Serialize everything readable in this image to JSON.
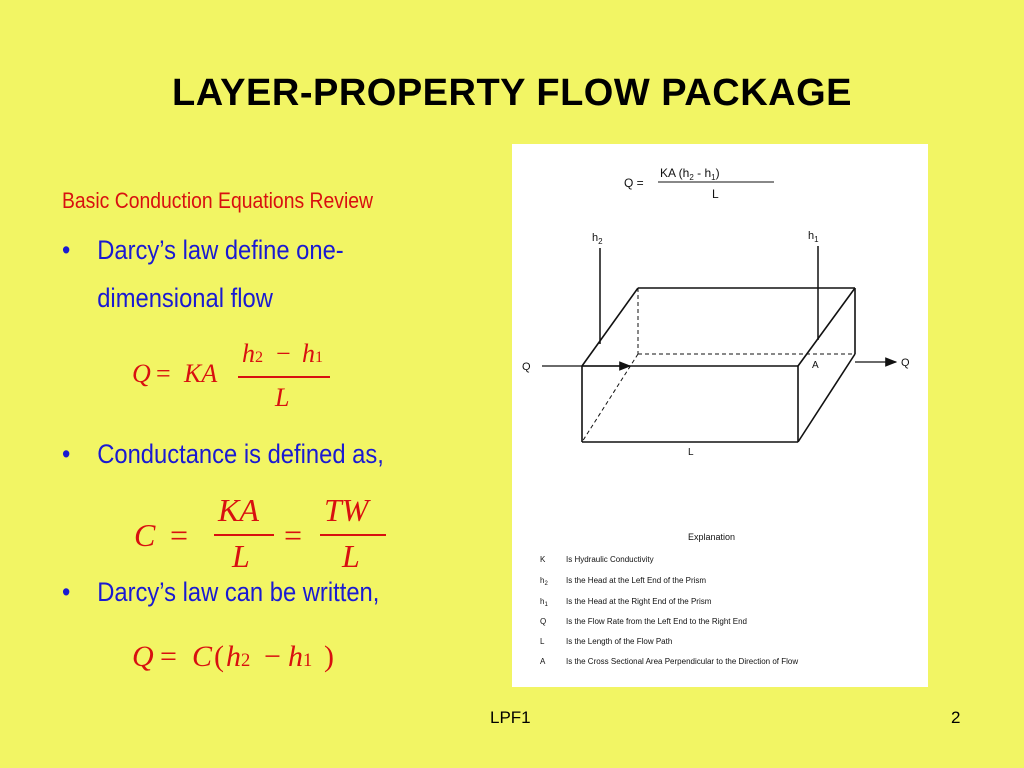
{
  "title": "LAYER-PROPERTY FLOW PACKAGE",
  "subheading": "Basic Conduction Equations Review",
  "bullets": {
    "b1_line1": "Darcy’s law define one-",
    "b1_line2": "dimensional flow",
    "b2": "Conductance is defined as,",
    "b3": "Darcy’s law can be written,",
    "marker": "•"
  },
  "eq1": {
    "lhs": "Q",
    "eq": "=",
    "coef": "KA",
    "num_h2": "h",
    "num_h2_sub": "2",
    "minus": "−",
    "num_h1": "h",
    "num_h1_sub": "1",
    "den": "L"
  },
  "eq2": {
    "lhs": "C",
    "eq": "=",
    "num1": "KA",
    "den1": "L",
    "eq2": "=",
    "num2": "TW",
    "den2": "L"
  },
  "eq3": {
    "lhs": "Q",
    "eq": "=",
    "c": "C",
    "open": "(",
    "h2": "h",
    "h2_sub": "2",
    "minus": "−",
    "h1": "h",
    "h1_sub": "1",
    "close": ")"
  },
  "figure": {
    "formula_lhs": "Q =",
    "formula_num": "KA (h",
    "formula_num_sub2": "2",
    "formula_num_mid": " - h",
    "formula_num_sub1": "1",
    "formula_num_end": ")",
    "formula_den": "L",
    "label_h2": "h",
    "label_h2_sub": "2",
    "label_h1": "h",
    "label_h1_sub": "1",
    "label_q_left": "Q",
    "label_q_right": "Q",
    "label_a": "A",
    "label_l": "L",
    "explanation_title": "Explanation",
    "legend": [
      {
        "sym": "K",
        "sub": "",
        "desc": "Is Hydraulic Conductivity"
      },
      {
        "sym": "h",
        "sub": "2",
        "desc": "Is the Head at the Left End of the Prism"
      },
      {
        "sym": "h",
        "sub": "1",
        "desc": "Is the Head at the Right End of the Prism"
      },
      {
        "sym": "Q",
        "sub": "",
        "desc": "Is the Flow Rate from the Left End to the Right End"
      },
      {
        "sym": "L",
        "sub": "",
        "desc": "Is the Length of the Flow Path"
      },
      {
        "sym": "A",
        "sub": "",
        "desc": "Is the Cross Sectional Area Perpendicular to the Direction of Flow"
      }
    ]
  },
  "footer": {
    "center": "LPF1",
    "page": "2"
  },
  "colors": {
    "background": "#f2f564",
    "bullet_text": "#1a1ad2",
    "equation": "#d81010",
    "subheading": "#d81010"
  }
}
